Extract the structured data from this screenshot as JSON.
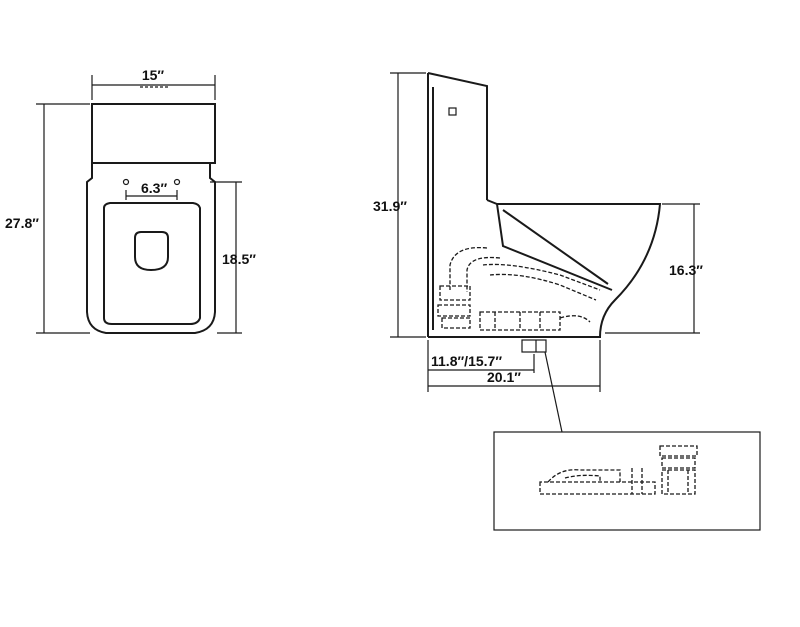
{
  "dimensions": {
    "top_width": "15″",
    "total_depth": "27.8″",
    "bolt_spacing": "6.3″",
    "bowl_length": "18.5″",
    "total_height": "31.9″",
    "seat_height": "16.3″",
    "rough_in": "11.8″/15.7″",
    "overall_length": "20.1″"
  }
}
